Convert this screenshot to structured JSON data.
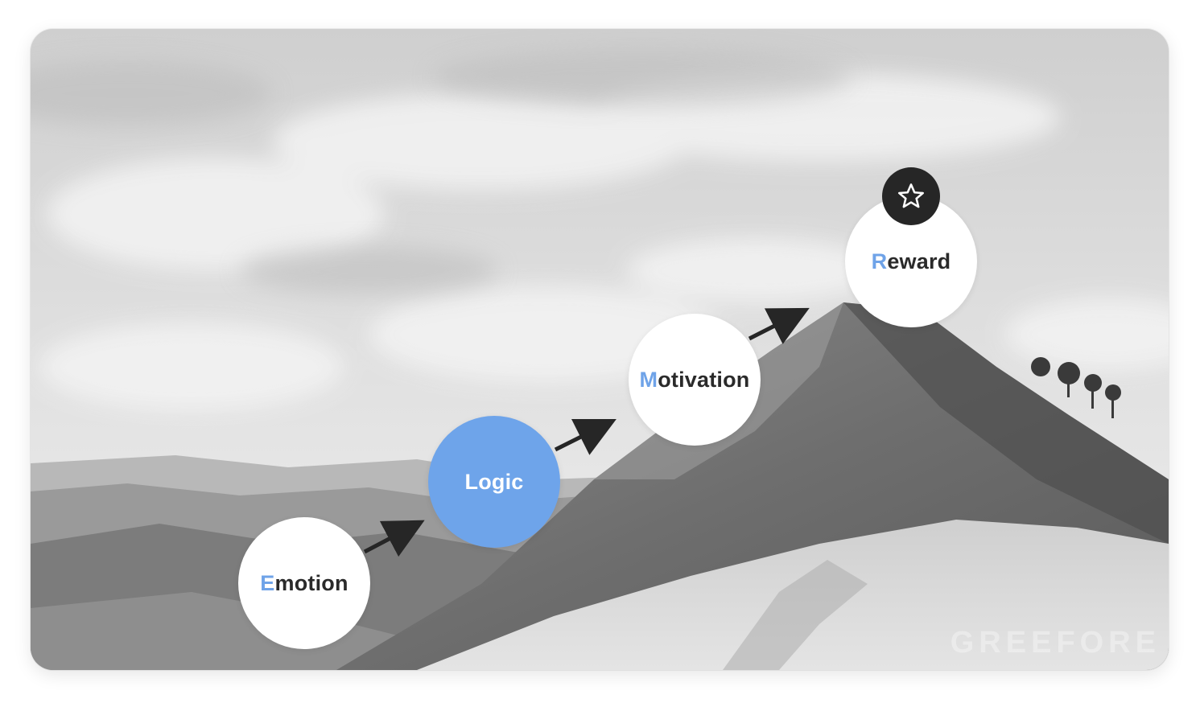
{
  "steps": [
    {
      "initial": "E",
      "rest": "motion",
      "active": false
    },
    {
      "label": "Logic",
      "active": true
    },
    {
      "initial": "M",
      "rest": "otivation",
      "active": false
    },
    {
      "initial": "R",
      "rest": "eward",
      "active": false
    }
  ],
  "badge_icon": "star-icon",
  "watermark": "GREEFORE",
  "colors": {
    "accent": "#6ea4ea",
    "initial_letter": "#6fa3e8",
    "node_bg": "#ffffff",
    "arrow": "#262626",
    "badge_bg": "#262626"
  }
}
